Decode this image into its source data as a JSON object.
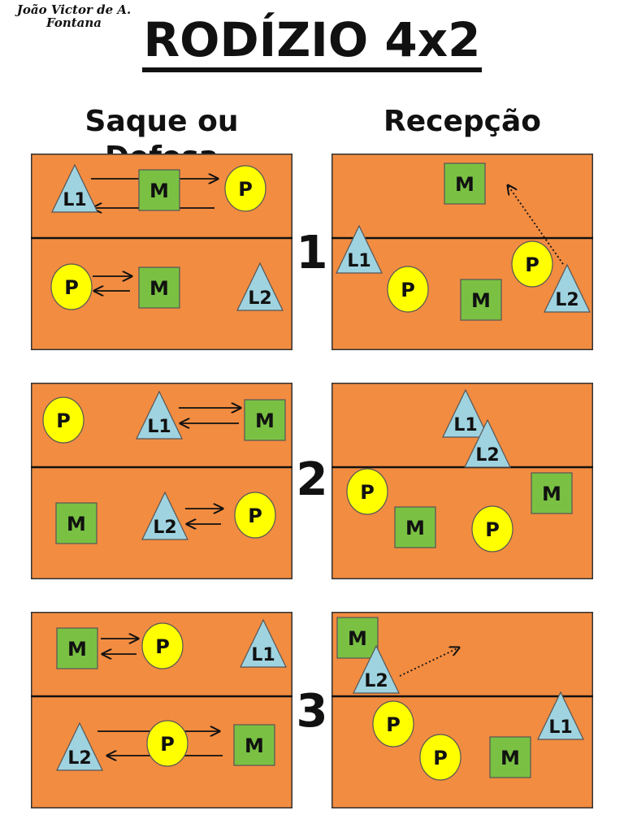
{
  "author": {
    "line1": "João Victor de A.",
    "line2": "Fontana"
  },
  "title": "RODÍZIO 4x2",
  "columns": {
    "serve": "Saque ou Defesa",
    "receive": "Recepção"
  },
  "rotation_numbers": [
    "1",
    "2",
    "3"
  ],
  "labels": {
    "setter": "P",
    "middle": "M",
    "l1": "L1",
    "l2": "L2"
  },
  "colors": {
    "court": "#f28c41",
    "setter": "#ffff00",
    "middle": "#7ac143",
    "libero": "#9fd3e0",
    "line": "#111111"
  }
}
